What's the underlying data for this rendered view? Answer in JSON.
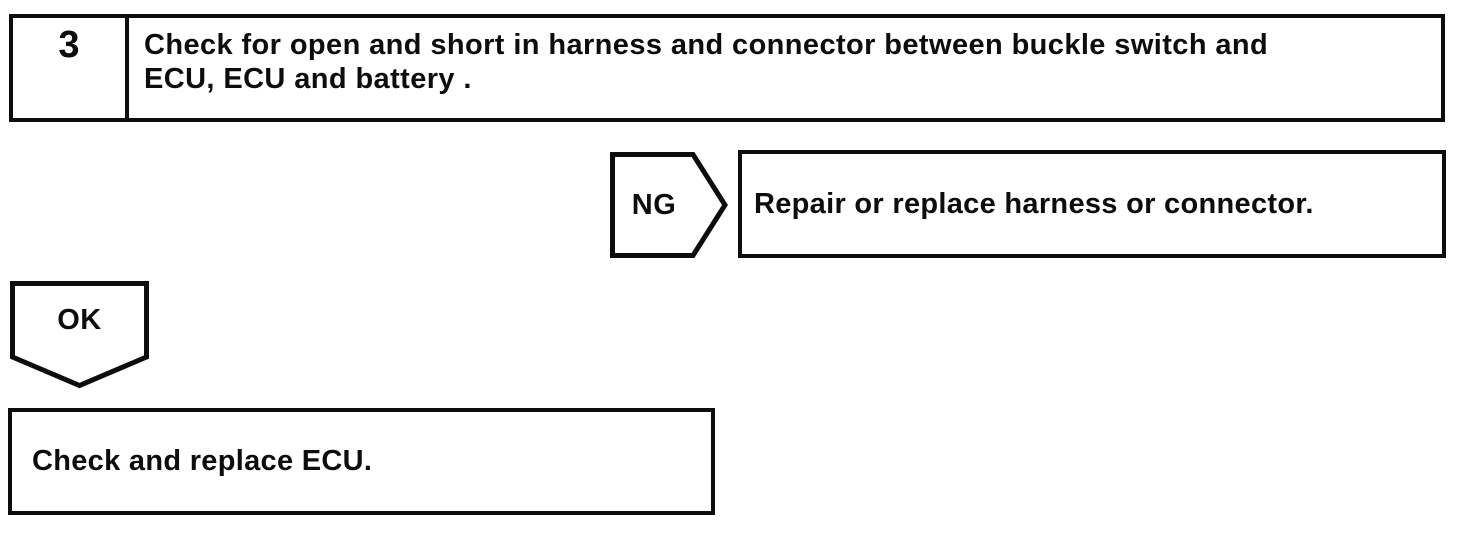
{
  "colors": {
    "ink": "#0d0d0d",
    "background": "#ffffff"
  },
  "step_box": {
    "number": "3",
    "instruction_lines": [
      "Check for open and short in harness and connector between buckle switch and",
      "ECU, ECU and battery ."
    ]
  },
  "ng_branch": {
    "label": "NG",
    "action": "Repair or replace harness or connector."
  },
  "ok_branch": {
    "label": "OK",
    "action": "Check and replace ECU."
  }
}
